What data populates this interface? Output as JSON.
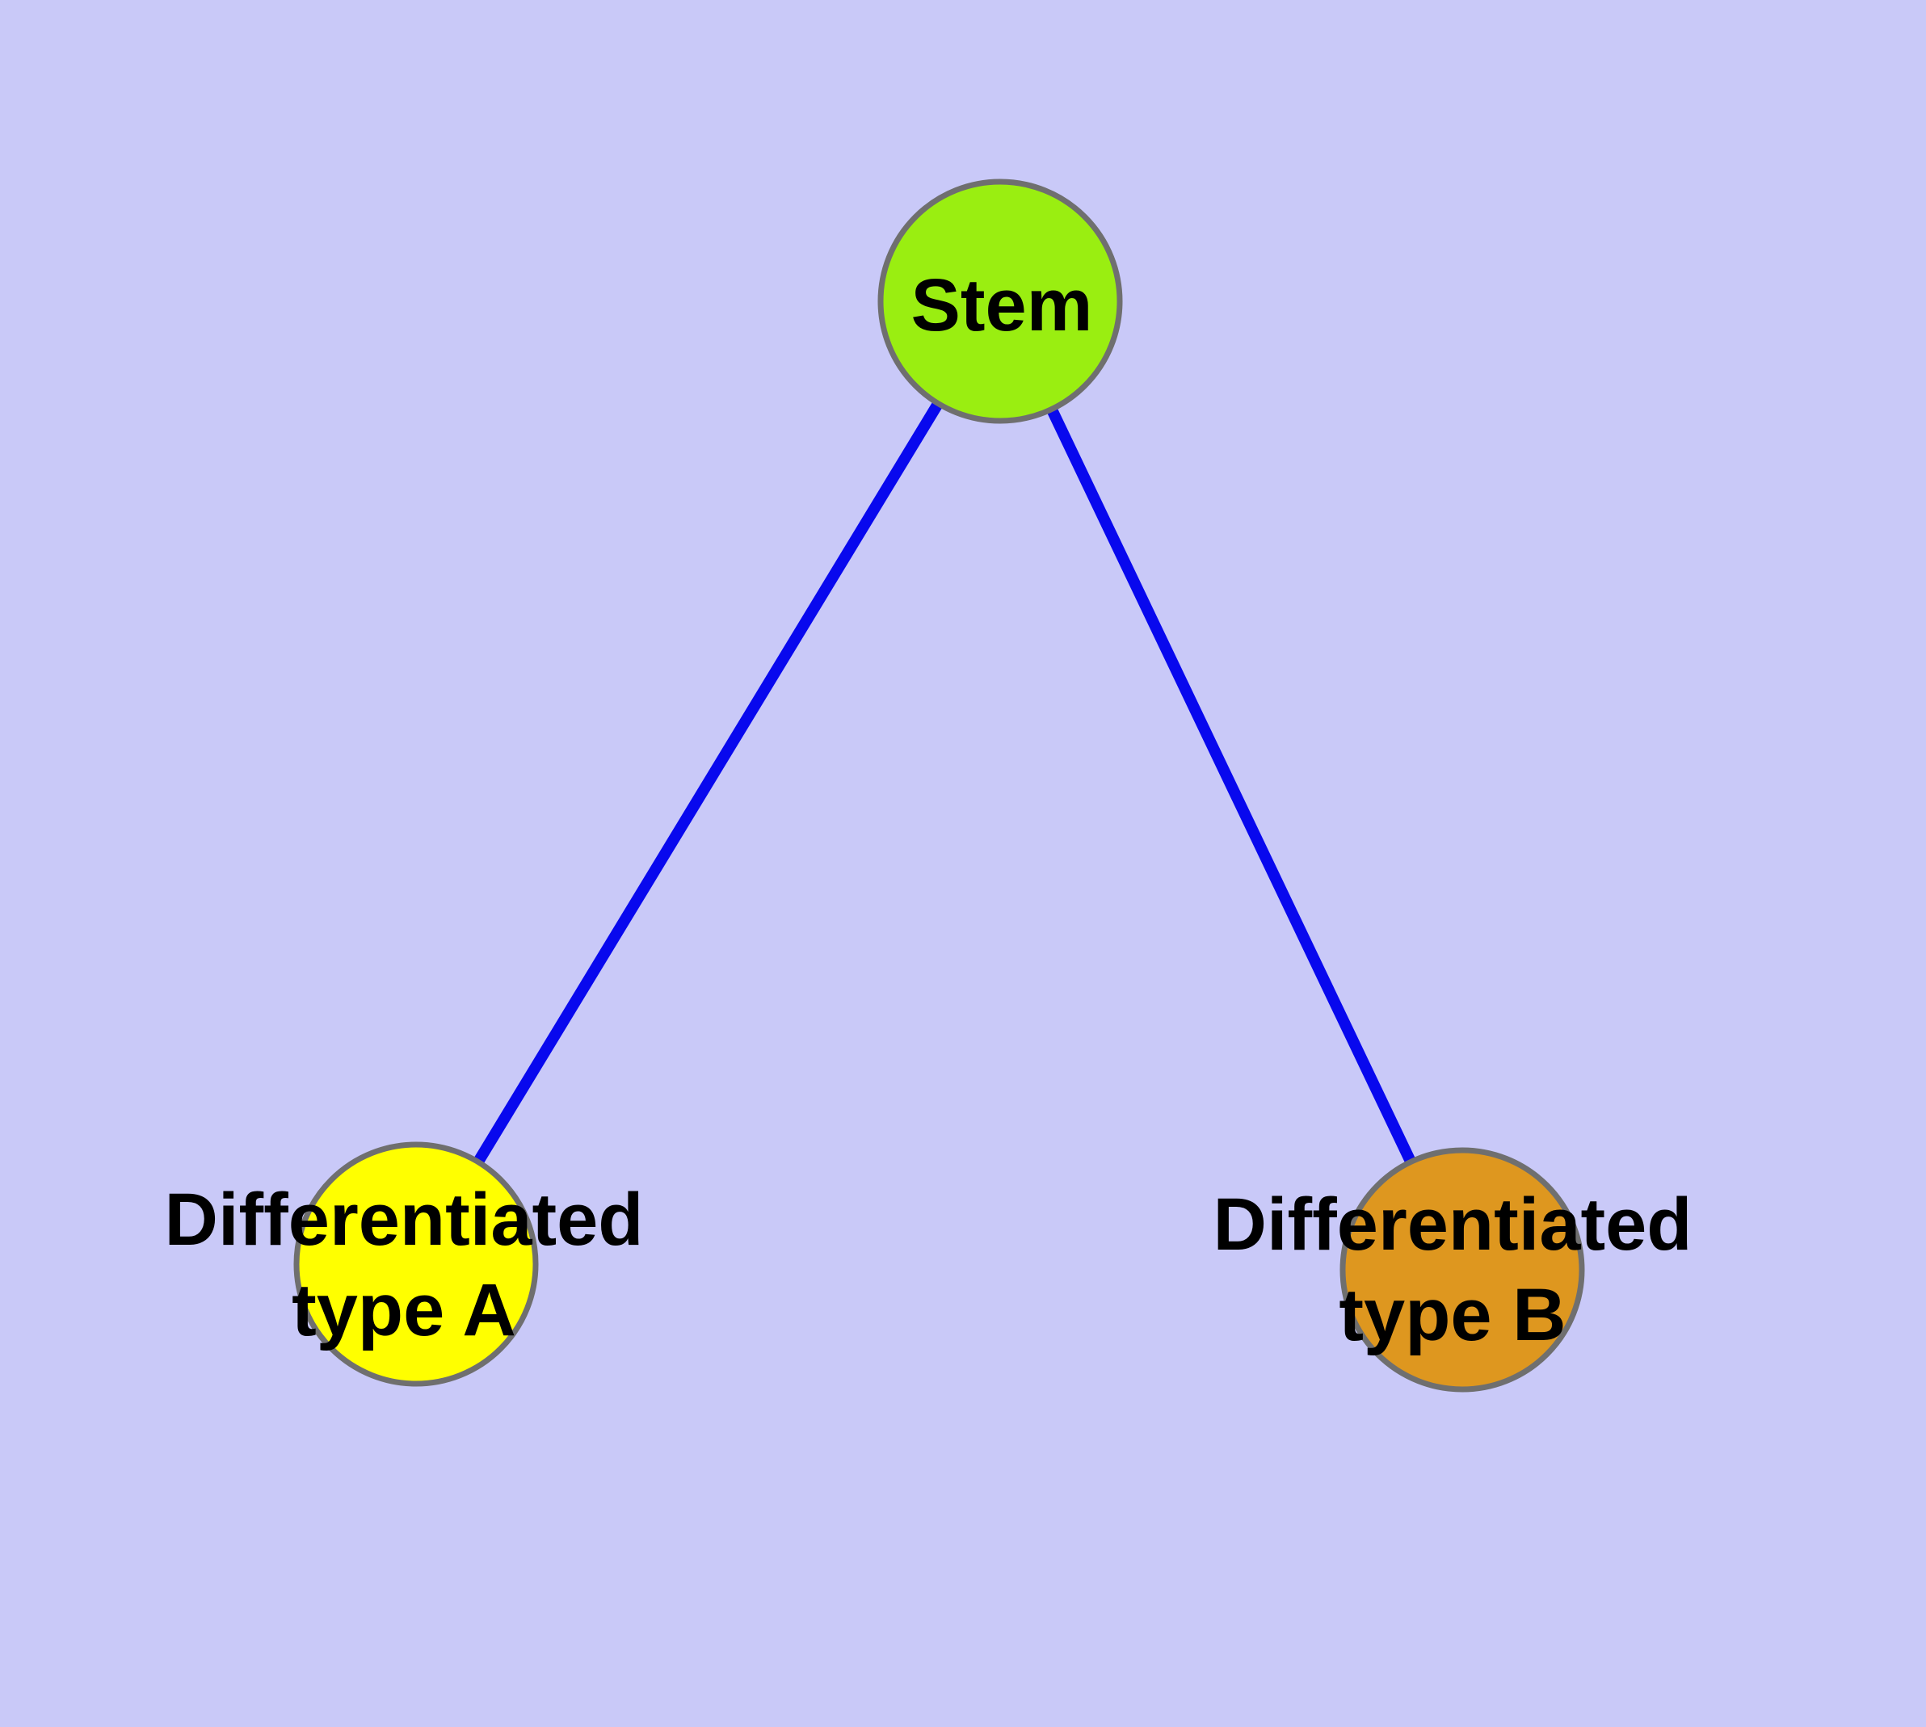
{
  "background_color": "#C9C9F8",
  "nodes": [
    {
      "id": "stem",
      "label": "Stem",
      "fill": "#9AEE11",
      "border_color": "#6F6F6F"
    },
    {
      "id": "type-a",
      "label_line1": "Differentiated",
      "label_line2": "type A",
      "fill": "#FFFF00",
      "border_color": "#6F6F6F"
    },
    {
      "id": "type-b",
      "label_line1": "Differentiated",
      "label_line2": "type B",
      "fill": "#DE971F",
      "border_color": "#6F6F6F"
    }
  ],
  "edges": [
    {
      "from": "stem",
      "to": "type-a",
      "color": "#0808EE"
    },
    {
      "from": "stem",
      "to": "type-b",
      "color": "#0808EE"
    }
  ]
}
